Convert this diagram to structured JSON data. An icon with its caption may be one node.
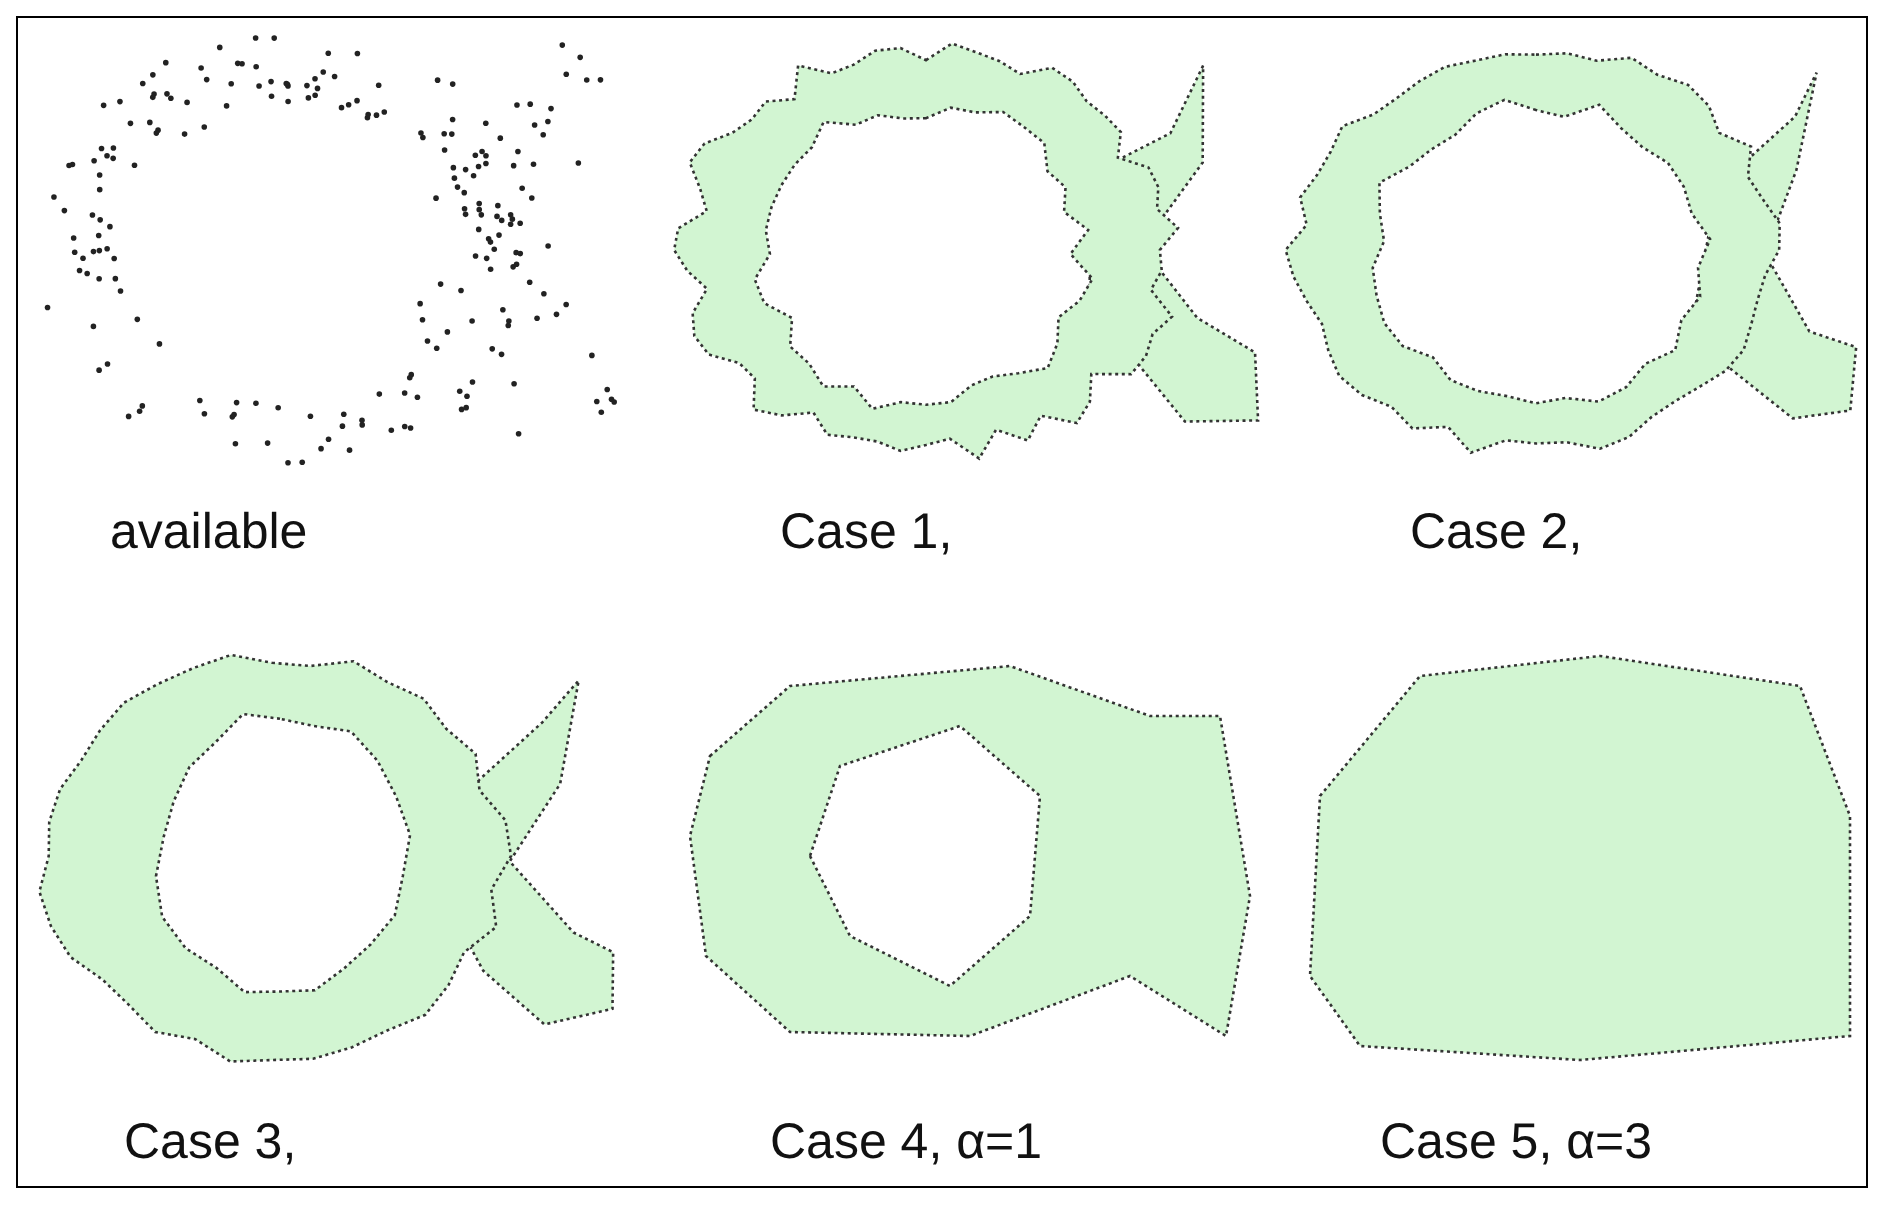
{
  "diagram": {
    "labels": [
      "available",
      "Case 1,",
      "Case 2,",
      "Case 3,",
      "Case 4, α=1",
      "Case 5, α=3"
    ]
  }
}
